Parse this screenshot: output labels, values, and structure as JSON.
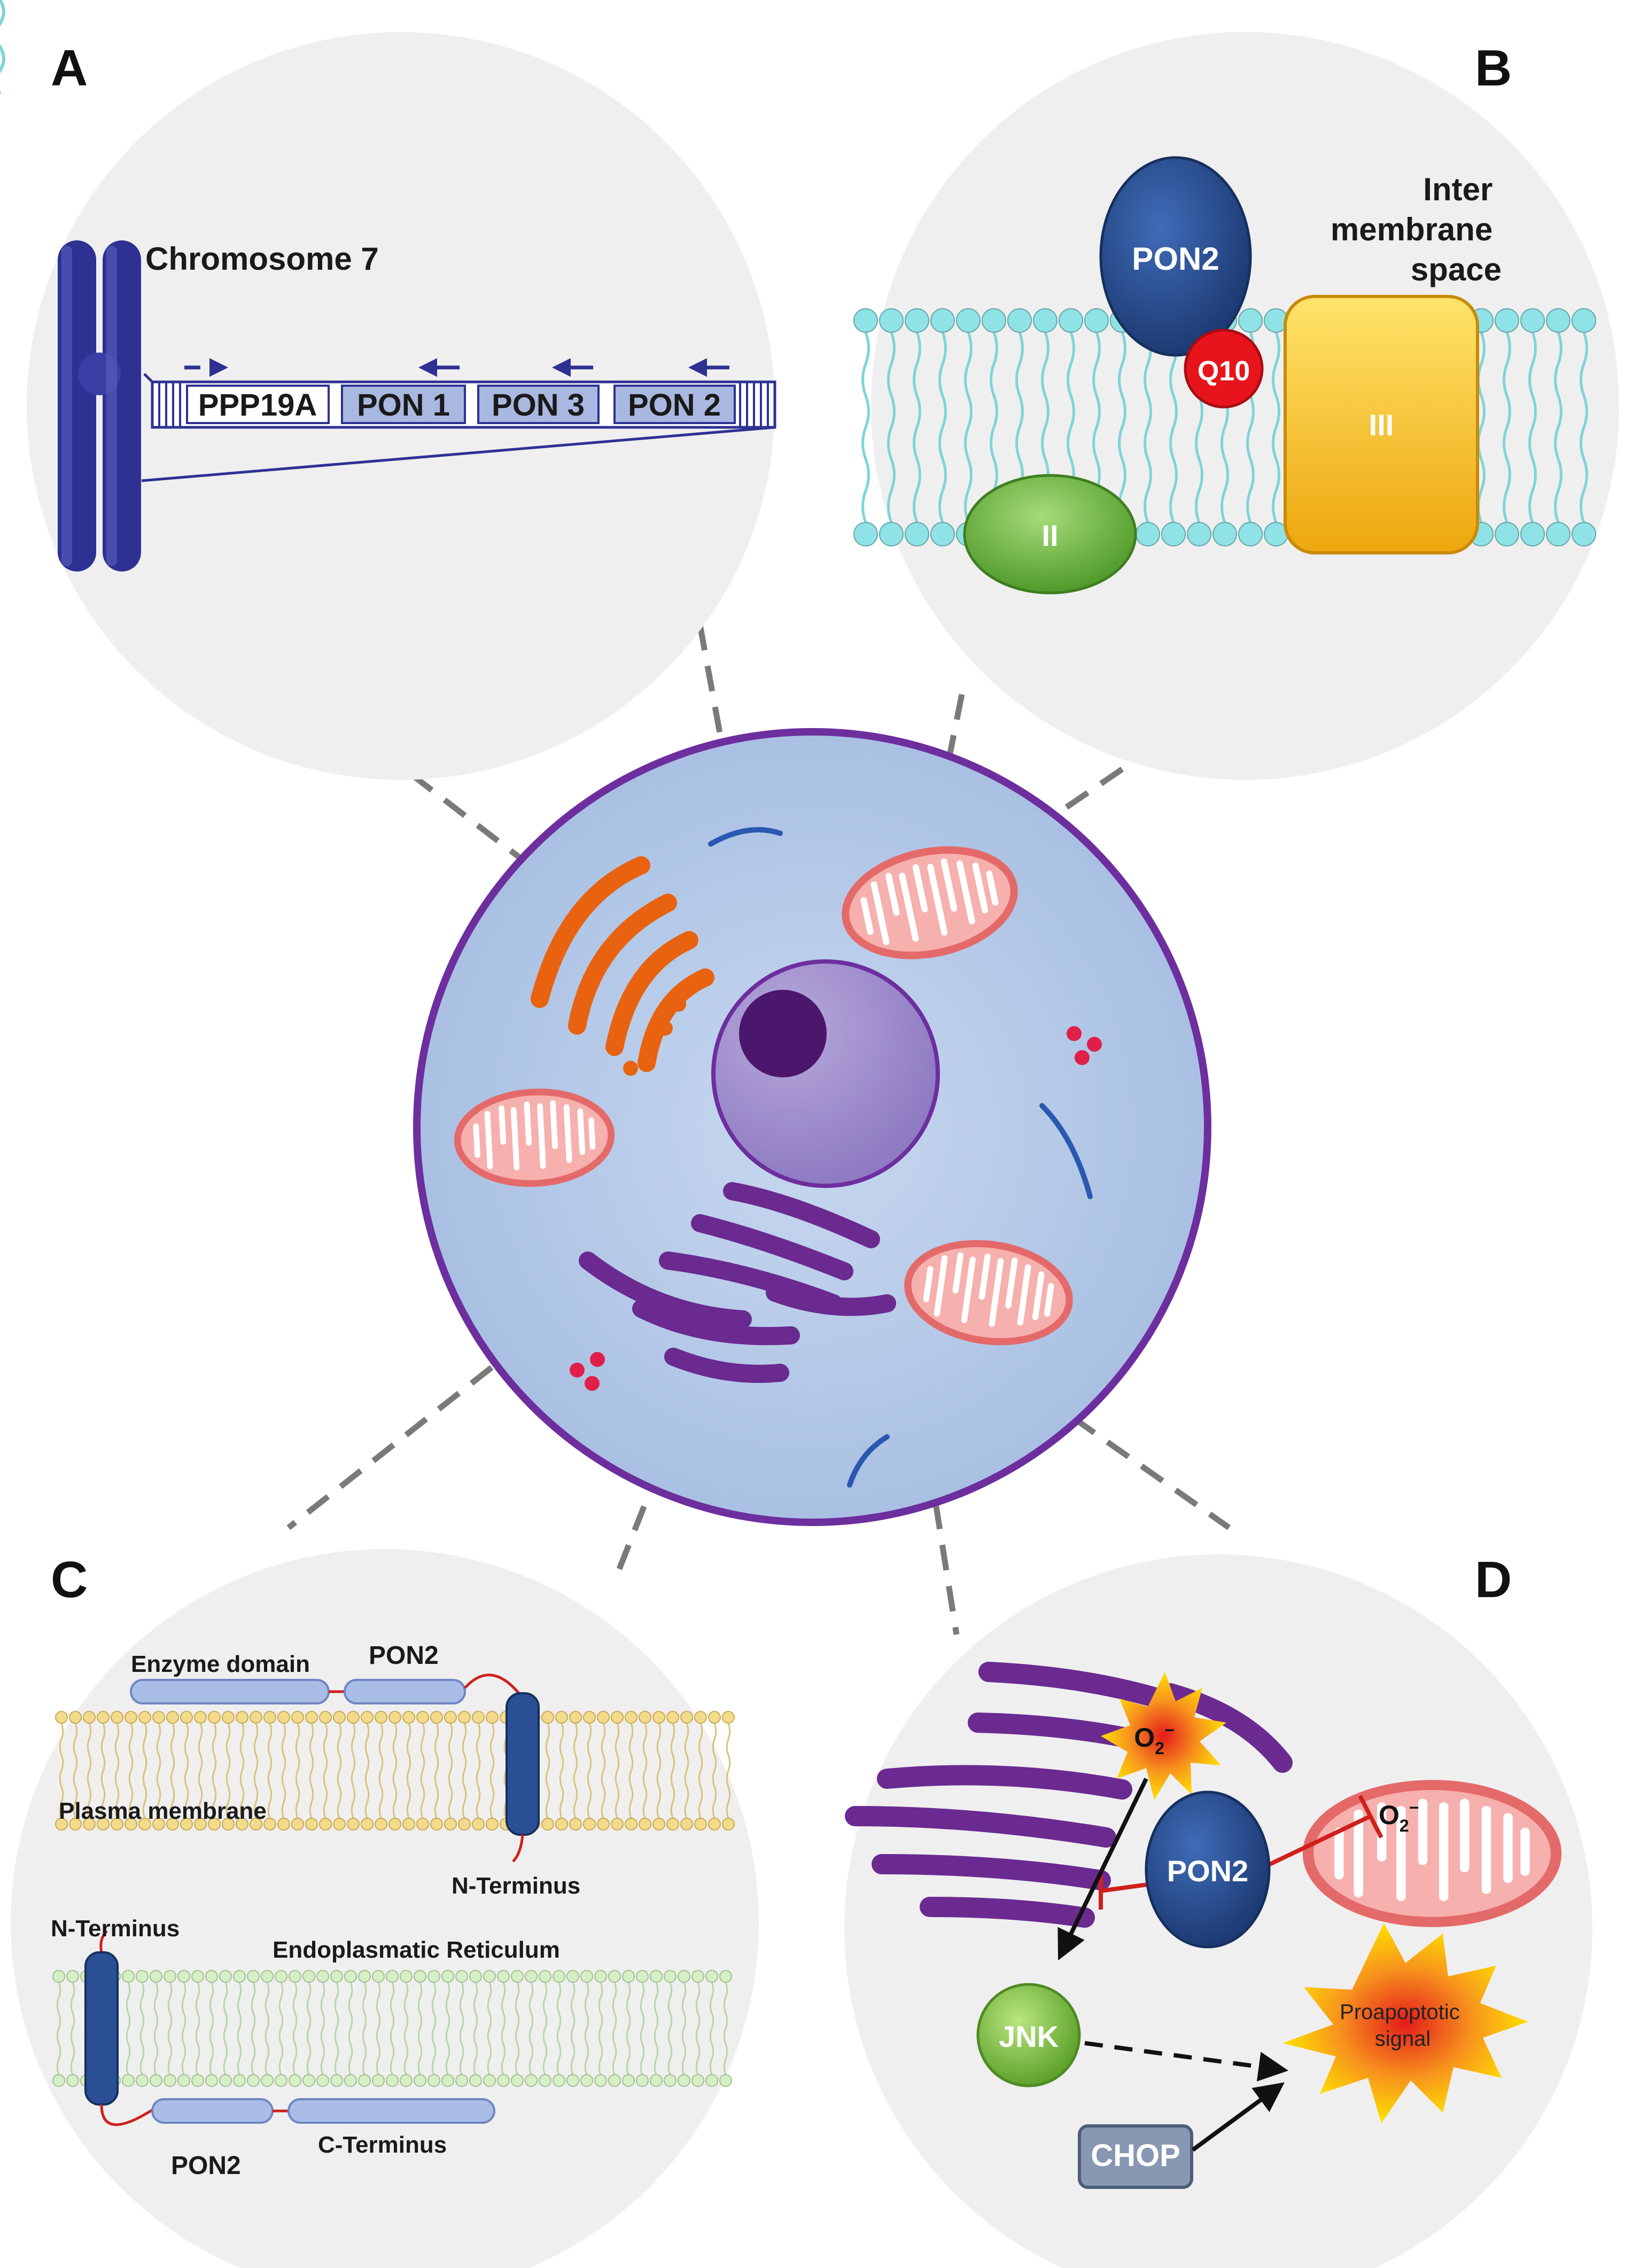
{
  "panels": {
    "a": {
      "letter": "A",
      "chromosome_label": "Chromosome 7",
      "genes": [
        "PPP19A",
        "PON 1",
        "PON 3",
        "PON 2"
      ]
    },
    "b": {
      "letter": "B",
      "space_label": [
        "Inter",
        "membrane",
        "space"
      ],
      "pon2": "PON2",
      "q10": "Q10",
      "complex_ii": "II",
      "complex_iii": "III"
    },
    "c": {
      "letter": "C",
      "enzyme_domain": "Enzyme domain",
      "pon2_top": "PON2",
      "plasma_membrane": "Plasma membrane",
      "n_terminus_top": "N-Terminus",
      "n_terminus_bottom": "N-Terminus",
      "er_label": "Endoplasmatic Reticulum",
      "pon2_bottom": "PON2",
      "c_terminus": "C-Terminus"
    },
    "d": {
      "letter": "D",
      "superoxide_base": "O",
      "superoxide_sub": "2",
      "superoxide_sup": "−",
      "pon2": "PON2",
      "jnk": "JNK",
      "chop": "CHOP",
      "signal_line1": "Proapoptotic",
      "signal_line2": "signal"
    }
  },
  "colors": {
    "panel_bg": "#efefef",
    "chromosome": "#2e3192",
    "gene_box": "#a9b8e0",
    "pon2": "#2a4f94",
    "q10": "#e8141c",
    "complex_ii": "#7cbf4a",
    "complex_iii": "#f2c21a",
    "membrane_head_b": "#8fe3e6",
    "membrane_head_c_plasma": "#f2dc8c",
    "membrane_head_c_er": "#d7efc7",
    "cell_fill": "#b9cde8",
    "cell_border": "#6d2e9e",
    "golgi_orange": "#e8620f",
    "er_purple": "#6a2a90",
    "mitochondria": "#f08f8f",
    "jnk": "#8dc63f",
    "chop": "#8898b3",
    "superoxide": "#f7941d"
  }
}
